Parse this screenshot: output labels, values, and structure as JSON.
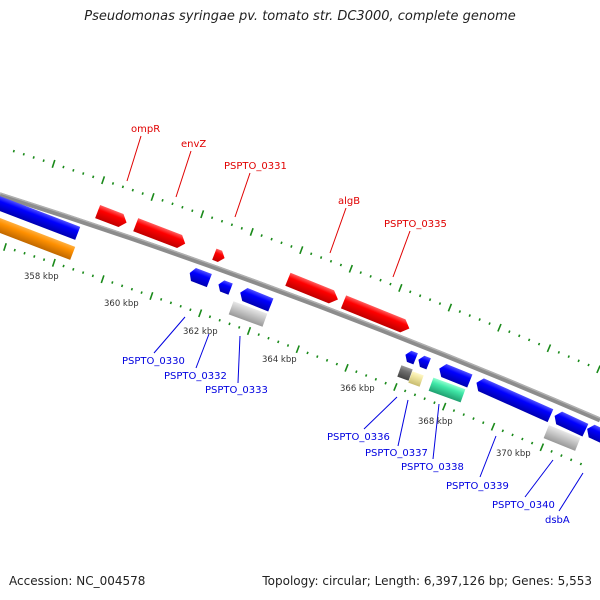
{
  "title": "Pseudomonas syringae pv. tomato str. DC3000, complete genome",
  "footer": {
    "accession": "Accession: NC_004578",
    "summary": "Topology: circular; Length: 6,397,126 bp; Genes: 5,553"
  },
  "colors": {
    "forward_label": "#e00000",
    "reverse_label": "#0000e0",
    "tick": "#1a8a1a",
    "backbone": "#8c8c8c"
  },
  "scale_labels": [
    "358 kbp",
    "360 kbp",
    "362 kbp",
    "364 kbp",
    "366 kbp",
    "368 kbp",
    "370 kbp"
  ],
  "forward_genes": [
    {
      "label": "ompR",
      "color": "#ff0000"
    },
    {
      "label": "envZ",
      "color": "#ff0000"
    },
    {
      "label": "PSPTO_0331",
      "color": "#ff0000"
    },
    {
      "label": "algB",
      "color": "#ff0000"
    },
    {
      "label": "PSPTO_0335",
      "color": "#ff0000"
    }
  ],
  "reverse_genes": [
    {
      "label": "PSPTO_0330",
      "color": "#0000ff"
    },
    {
      "label": "PSPTO_0332",
      "color": "#0000ff"
    },
    {
      "label": "PSPTO_0333",
      "color": "#c8c8c8"
    },
    {
      "label": "PSPTO_0336",
      "color": "#707070"
    },
    {
      "label": "PSPTO_0337",
      "color": "#f0e6a0"
    },
    {
      "label": "PSPTO_0338",
      "color": "#40e0a0"
    },
    {
      "label": "PSPTO_0339",
      "color": "#0000ff"
    },
    {
      "label": "PSPTO_0340",
      "color": "#c8c8c8"
    },
    {
      "label": "dsbA",
      "color": "#0000ff"
    }
  ]
}
